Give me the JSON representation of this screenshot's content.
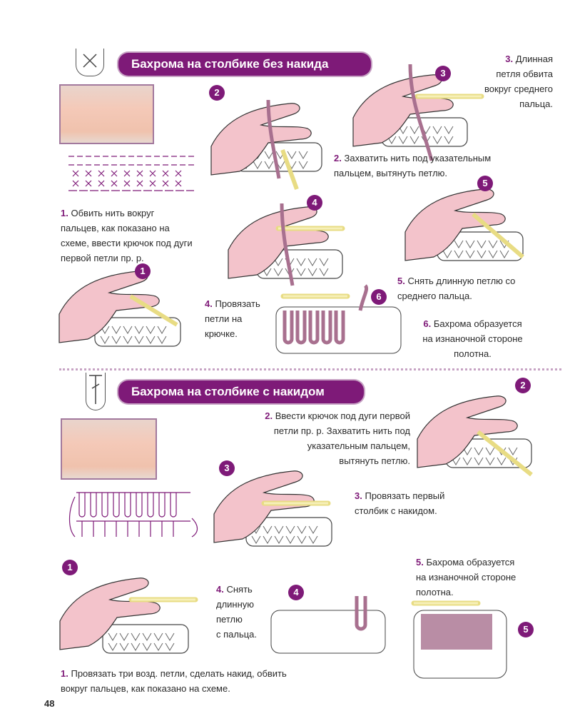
{
  "page_number": "48",
  "sections": [
    {
      "title": "Бахрома на столбике без накида",
      "steps": [
        {
          "num": "1",
          "text": [
            "Обвить нить вокруг",
            "пальцев, как показано на",
            "схеме, ввести крючок под дуги",
            "первой петли пр. р."
          ]
        },
        {
          "num": "2",
          "text": [
            "Захватить нить под указательным",
            "пальцем, вытянуть петлю."
          ]
        },
        {
          "num": "3",
          "text": [
            "Длинная",
            "петля обвита",
            "вокруг среднего",
            "пальца."
          ]
        },
        {
          "num": "4",
          "text": [
            "Провязать",
            "петли на",
            "крючке."
          ]
        },
        {
          "num": "5",
          "text": [
            "Снять длинную петлю со",
            "среднего пальца."
          ]
        },
        {
          "num": "6",
          "text": [
            "Бахрома образуется",
            "на изнаночной стороне",
            "полотна."
          ]
        }
      ]
    },
    {
      "title": "Бахрома на столбике с накидом",
      "steps": [
        {
          "num": "1",
          "text": [
            "Провязать три возд. петли, сделать накид, обвить",
            "вокруг пальцев, как показано на схеме."
          ]
        },
        {
          "num": "2",
          "text": [
            "Ввести крючок под дуги первой",
            "петли пр. р. Захватить нить под",
            "указательным пальцем,",
            "вытянуть петлю."
          ]
        },
        {
          "num": "3",
          "text": [
            "Провязать первый",
            "столбик с накидом."
          ]
        },
        {
          "num": "4",
          "text": [
            "Снять",
            "длинную",
            "петлю",
            "с пальца."
          ]
        },
        {
          "num": "5",
          "text": [
            "Бахрома образуется",
            "на изнаночной стороне",
            "полотна."
          ]
        }
      ]
    }
  ],
  "callouts": {
    "one": "①",
    "two": "②",
    "red_one": "1",
    "red_three": "3"
  },
  "colors": {
    "accent": "#7e1a78",
    "skin": "#f3c3cb",
    "yarn": "#a8708f",
    "hook": "#f1e79a"
  }
}
